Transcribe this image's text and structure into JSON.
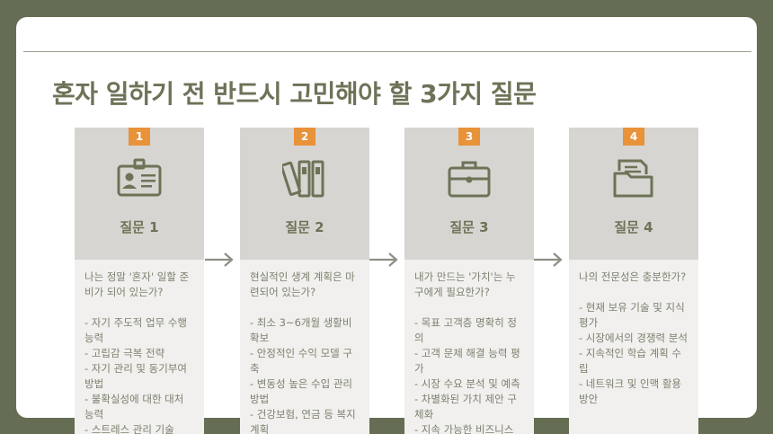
{
  "title": "혼자 일하기 전 반드시 고민해야 할 3가지 질문",
  "cards": [
    {
      "number": "1",
      "icon": "id-card-icon",
      "label": "질문 1",
      "question": "나는 정말 '혼자' 일할 준비가 되어 있는가?",
      "items": [
        "- 자기 주도적 업무 수행 능력",
        "- 고립감 극복 전략",
        "- 자기 관리 및 동기부여 방법",
        "- 불확실성에 대한 대처 능력",
        "- 스트레스 관리 기술"
      ]
    },
    {
      "number": "2",
      "icon": "binders-icon",
      "label": "질문 2",
      "question": "현실적인 생계 계획은 마련되어 있는가?",
      "items": [
        "- 최소 3~6개월 생활비 확보",
        "- 안정적인 수익 모델 구축",
        "- 변동성 높은 수입 관리 방법",
        "- 건강보험, 연금 등 복지 계획"
      ]
    },
    {
      "number": "3",
      "icon": "briefcase-icon",
      "label": "질문 3",
      "question": "내가 만드는 '가치'는 누구에게 필요한가?",
      "items": [
        "- 목표 고객층 명확히 정의",
        "- 고객 문제 해결 능력 평가",
        "- 시장 수요 분석 및 예측",
        "- 차별화된 가치 제안 구체화",
        "- 지속 가능한 비즈니스"
      ]
    },
    {
      "number": "4",
      "icon": "folder-icon",
      "label": "질문 4",
      "question": "나의 전문성은 충분한가?",
      "items": [
        "- 현재 보유 기술 및 지식 평가",
        "- 시장에서의 경쟁력 분석",
        "- 지속적인 학습 계획 수립",
        "- 네트워크 및 인맥 활용 방안"
      ]
    }
  ],
  "colors": {
    "background": "#656e54",
    "accent": "#e8923a",
    "heading": "#6e7257",
    "card_head": "#d7d5d1",
    "card_body": "#f1f0ee"
  }
}
